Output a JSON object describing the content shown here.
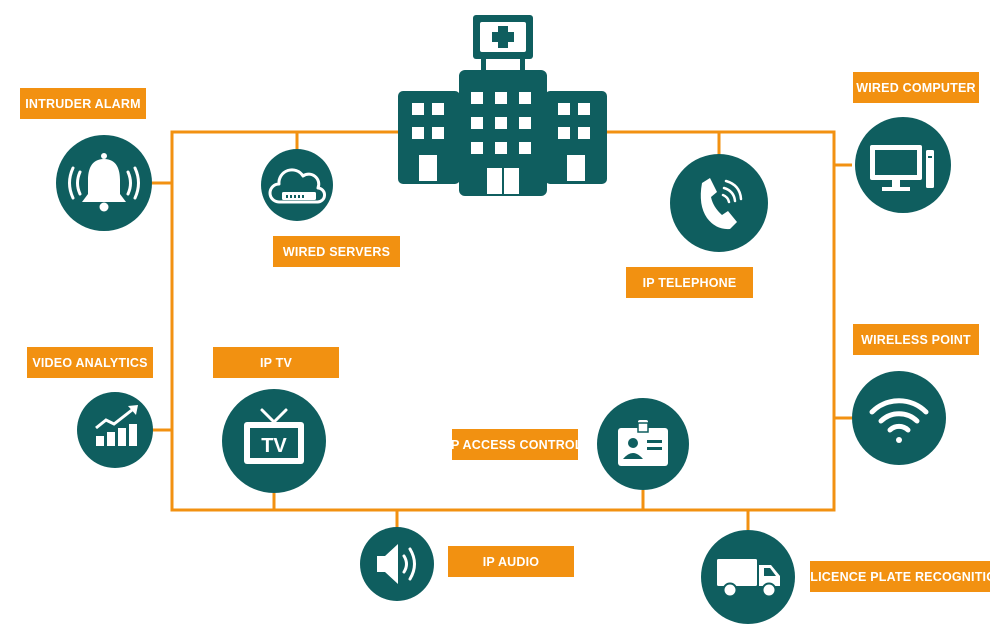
{
  "colors": {
    "teal": "#0F5E5F",
    "orange": "#F29111",
    "white": "#FFFFFF"
  },
  "labels": {
    "intruder_alarm": "INTRUDER ALARM",
    "wired_servers": "WIRED SERVERS",
    "wired_computer": "WIRED COMPUTER",
    "ip_telephone": "IP TELEPHONE",
    "video_analytics": "VIDEO ANALYTICS",
    "ip_tv": "IP TV",
    "wireless_point": "WIRELESS POINT",
    "ip_access_control": "IP ACCESS CONTROL",
    "ip_audio": "IP AUDIO",
    "ip_licence_plate_recognition": "IP LICENCE PLATE RECOGNITION"
  },
  "nodes": [
    {
      "id": "hospital",
      "icon": "hospital-building-icon"
    },
    {
      "id": "intruder_alarm",
      "icon": "alarm-bell-icon"
    },
    {
      "id": "wired_servers",
      "icon": "cloud-server-icon"
    },
    {
      "id": "ip_telephone",
      "icon": "telephone-icon"
    },
    {
      "id": "wired_computer",
      "icon": "desktop-computer-icon"
    },
    {
      "id": "video_analytics",
      "icon": "bar-chart-trend-icon"
    },
    {
      "id": "ip_tv",
      "icon": "television-icon"
    },
    {
      "id": "ip_access_control",
      "icon": "id-badge-icon"
    },
    {
      "id": "wireless_point",
      "icon": "wifi-icon"
    },
    {
      "id": "ip_audio",
      "icon": "speaker-icon"
    },
    {
      "id": "ip_licence_plate_recognition",
      "icon": "truck-icon"
    }
  ],
  "edges": [
    [
      "hospital",
      "intruder_alarm"
    ],
    [
      "hospital",
      "wired_servers"
    ],
    [
      "hospital",
      "ip_telephone"
    ],
    [
      "hospital",
      "wired_computer"
    ],
    [
      "hospital",
      "video_analytics"
    ],
    [
      "hospital",
      "ip_tv"
    ],
    [
      "hospital",
      "ip_access_control"
    ],
    [
      "hospital",
      "wireless_point"
    ],
    [
      "hospital",
      "ip_audio"
    ],
    [
      "hospital",
      "ip_licence_plate_recognition"
    ]
  ]
}
